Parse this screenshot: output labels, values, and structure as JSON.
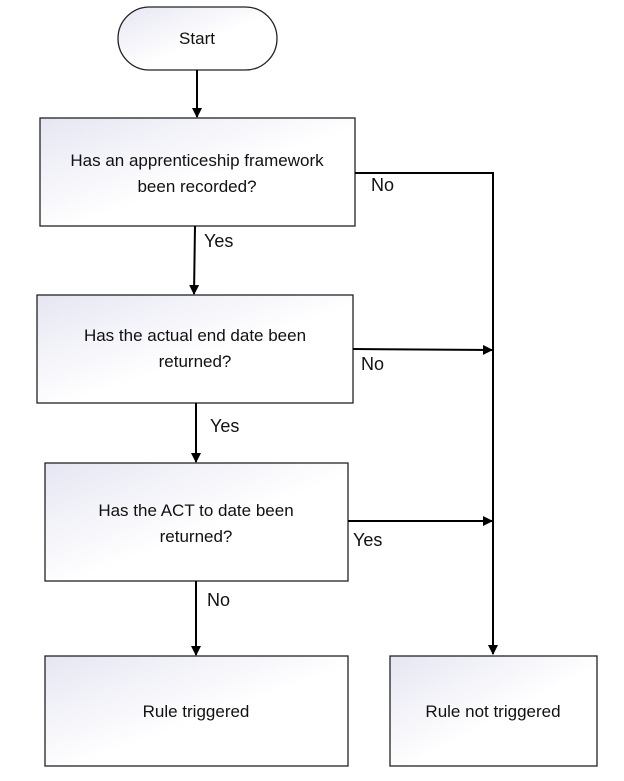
{
  "nodes": {
    "start": "Start",
    "q1_line1": "Has an apprenticeship framework",
    "q1_line2": "been recorded?",
    "q2_line1": "Has the actual end date been",
    "q2_line2": "returned?",
    "q3_line1": "Has the ACT to date been",
    "q3_line2": "returned?",
    "rule_triggered": "Rule triggered",
    "rule_not_triggered": "Rule not triggered"
  },
  "edges": {
    "q1_no": "No",
    "q1_yes": "Yes",
    "q2_no": "No",
    "q2_yes": "Yes",
    "q3_yes": "Yes",
    "q3_no": "No"
  },
  "colors": {
    "box_gradient_start": "#e6e6f3",
    "box_gradient_end": "#ffffff",
    "stroke": "#222222",
    "connector": "#000000"
  }
}
